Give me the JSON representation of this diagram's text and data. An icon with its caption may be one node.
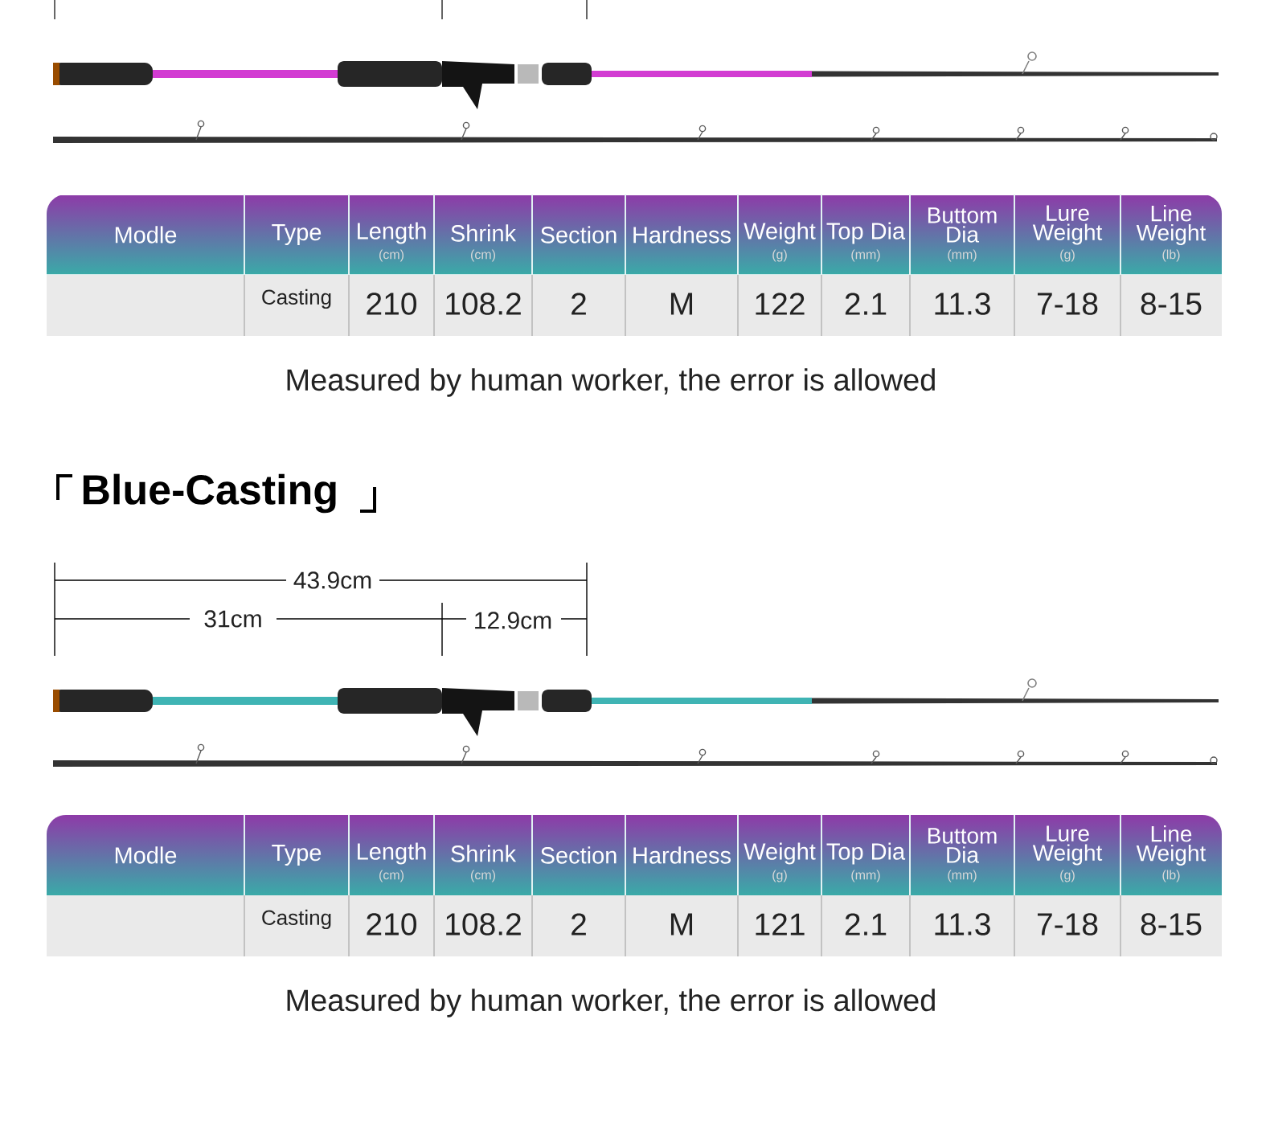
{
  "diagram": {
    "title": "Blue-Casting",
    "labels": [
      "Modle",
      "Type",
      "Length",
      "(cm)",
      "Shrink",
      "(cm)",
      "Section",
      "Hardness",
      "Weight",
      "(g)",
      "Top Dia",
      "(mm)",
      "Buttom Dia",
      "(mm)",
      "Lure Weight",
      "(g)",
      "Line Weight",
      "(lb)",
      "Casting",
      "210",
      "108.2",
      "2",
      "M",
      "122",
      "2.1",
      "11.3",
      "7-18",
      "8-15",
      "Measured by human worker, the error is allowed",
      "43.9cm",
      "31cm",
      "12.9cm",
      "Modle",
      "Type",
      "Length",
      "(cm)",
      "Shrink",
      "(cm)",
      "Section",
      "Hardness",
      "Weight",
      "(g)",
      "Top Dia",
      "(mm)",
      "Buttom Dia",
      "(mm)",
      "Lure Weight",
      "(g)",
      "Line Weight",
      "(lb)",
      "Casting",
      "210",
      "108.2",
      "2",
      "M",
      "121",
      "2.1",
      "11.3",
      "7-18",
      "8-15",
      "Measured by human worker, the error is allowed"
    ]
  }
}
